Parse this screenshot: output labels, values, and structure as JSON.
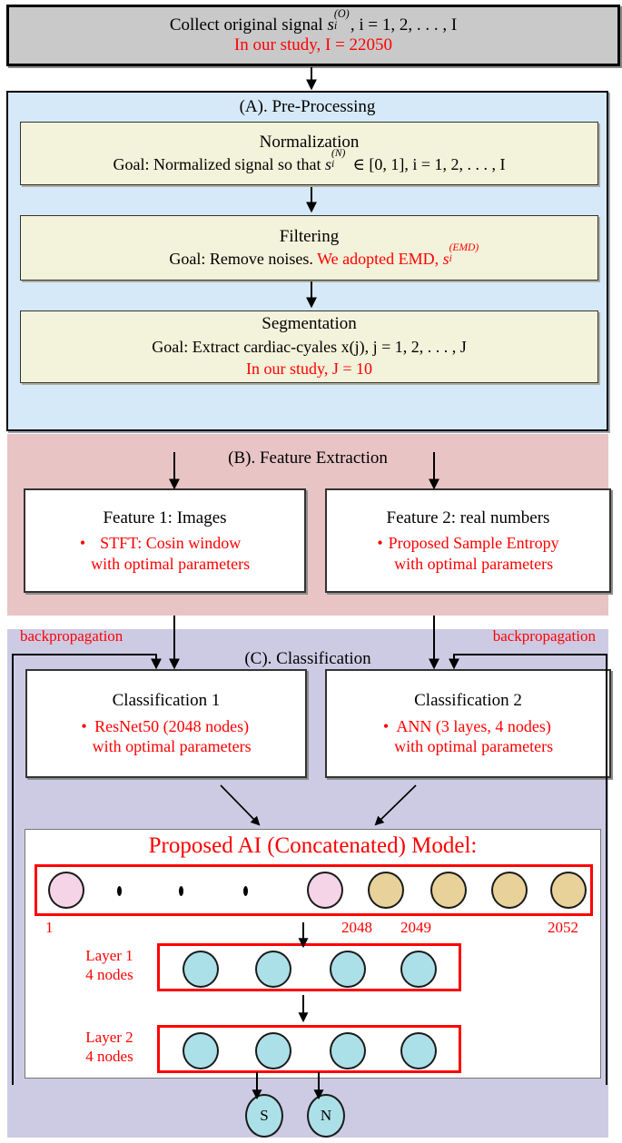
{
  "diagram": {
    "title": "Proposed methodology flowchart",
    "colors": {
      "collect_bg": "#c9c9c9",
      "section_a_bg": "#d6e9f8",
      "section_b_bg": "#e8c4c4",
      "section_c_bg": "#cdcbe4",
      "subbox_bg": "#f3f2da",
      "accent_red": "#ff0000",
      "node_pink": "#f4d4e6",
      "node_tan": "#e8d29a",
      "node_blue": "#ace0e8"
    }
  },
  "collect": {
    "line1_pre": "Collect original signal ",
    "line1_sym": "s",
    "line1_sup": "(O)",
    "line1_sub": "i",
    "line1_post": ", i = 1, 2, . . . , I",
    "line2": "In our study, I = 22050"
  },
  "section_a": {
    "title": "(A). Pre-Processing",
    "boxes": [
      {
        "heading": "Normalization",
        "goal_pre": "Goal: Normalized signal so that ",
        "goal_sym": "s",
        "goal_sup": "(N)",
        "goal_sub": "i",
        "goal_post": " ∈ [0, 1], i = 1, 2, . . . , I"
      },
      {
        "heading": "Filtering",
        "goal_black": "Goal: Remove noises. ",
        "goal_red": "We adopted EMD, ",
        "goal_sym": "s",
        "goal_sup": "(EMD)",
        "goal_sub": "i"
      },
      {
        "heading": "Segmentation",
        "goal": "Goal: Extract cardiac-cyales x(j), j = 1, 2, . . . , J",
        "note": "In our study, J = 10"
      }
    ]
  },
  "section_b": {
    "title": "(B). Feature Extraction",
    "boxes": [
      {
        "heading": "Feature 1: Images",
        "bullet_line1": "STFT: Cosin window",
        "bullet_line2": "with optimal parameters"
      },
      {
        "heading": "Feature 2: real numbers",
        "bullet_line1": "Proposed Sample Entropy",
        "bullet_line2": "with optimal parameters"
      }
    ]
  },
  "section_c": {
    "title": "(C). Classification",
    "backpropagation_left": "backpropagation",
    "backpropagation_right": "backpropagation",
    "boxes": [
      {
        "heading": "Classification 1",
        "bullet_line1": "ResNet50 (2048 nodes)",
        "bullet_line2": "with optimal parameters"
      },
      {
        "heading": "Classification 2",
        "bullet_line1": "ANN (3 layes, 4 nodes)",
        "bullet_line2": "with optimal parameters"
      }
    ],
    "ai_model": {
      "title": "Proposed AI (Concatenated) Model:",
      "concat_indices": [
        "1",
        "2048",
        "2049",
        "2052"
      ],
      "layer1_label_line1": "Layer 1",
      "layer1_label_line2": "4 nodes",
      "layer2_label_line1": "Layer 2",
      "layer2_label_line2": "4 nodes",
      "layer1_nodes": 4,
      "layer2_nodes": 4,
      "concat_pink_nodes": 2,
      "concat_tan_nodes": 4,
      "outputs": [
        "S",
        "N"
      ]
    }
  }
}
